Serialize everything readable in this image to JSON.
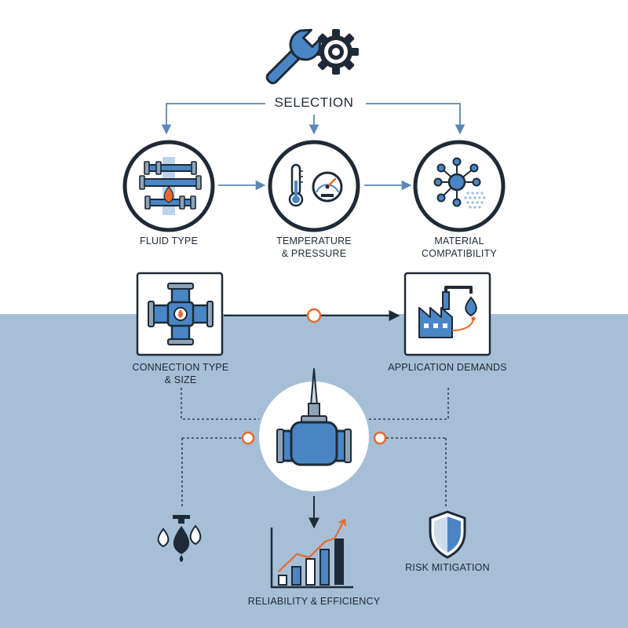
{
  "title": "SELECTION",
  "nodes": {
    "fluid_type": {
      "label": "FLUID TYPE"
    },
    "temperature_pressure": {
      "line1": "TEMPERATURE",
      "line2": "& PRESSURE"
    },
    "material_compatibility": {
      "line1": "MATERIAL",
      "line2": "COMPATIBILITY"
    },
    "connection_type_size": {
      "line1": "CONNECTION TYPE",
      "line2": "& SIZE"
    },
    "application_demands": {
      "label": "APPLICATION DEMANDS"
    },
    "risk_mitigation": {
      "label": "RISK MITIGATION"
    },
    "reliability_efficiency": {
      "label": "RELIABILITY & EFFICIENCY"
    }
  },
  "icons": {
    "top": "wrench-gear-icon",
    "fluid_type": "pipe-network-icon",
    "temperature_pressure": "thermometer-gauge-icon",
    "material_compatibility": "molecule-icon",
    "connection_type_size": "pipe-cross-fitting-icon",
    "application_demands": "factory-drop-icon",
    "center": "valve-icon",
    "leak": "leaking-drops-icon",
    "risk_mitigation": "shield-icon",
    "reliability_efficiency": "bar-chart-trend-icon"
  },
  "colors": {
    "dark": "#1e2a36",
    "blue": "#4a86c5",
    "light_blue": "#a6bed6",
    "orange": "#e56a2e",
    "connector": "#5b86b5"
  }
}
